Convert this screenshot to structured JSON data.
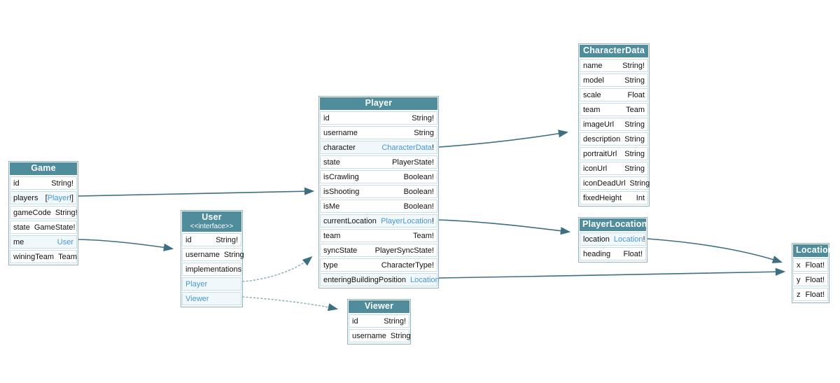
{
  "colors": {
    "header_bg": "#4f8c9c",
    "header_text": "#ffffff",
    "link_text": "#4796d2",
    "linked_row_bg": "#f1f8fb",
    "table_border": "#8fb3c0",
    "row_border": "#c9dde5",
    "solid_edge": "#3c7080",
    "dotted_edge": "#93b2ba"
  },
  "diagram": {
    "tables": [
      {
        "id": "game",
        "title": "Game",
        "subtitle": "",
        "fields": [
          {
            "name": "id",
            "type": "String!"
          },
          {
            "name": "players",
            "pre": "[",
            "link": "Player",
            "post": "!]"
          },
          {
            "name": "gameCode",
            "type": "String!"
          },
          {
            "name": "state",
            "type": "GameState!"
          },
          {
            "name": "me",
            "pre": "",
            "link": "User",
            "post": ""
          },
          {
            "name": "winingTeam",
            "type": "Team"
          }
        ]
      },
      {
        "id": "user",
        "title": "User",
        "subtitle": "<<interface>>",
        "fields": [
          {
            "name": "id",
            "type": "String!"
          },
          {
            "name": "username",
            "type": "String"
          },
          {
            "label": "implementations"
          },
          {
            "linkrow": "Player"
          },
          {
            "linkrow": "Viewer"
          }
        ]
      },
      {
        "id": "player",
        "title": "Player",
        "subtitle": "",
        "fields": [
          {
            "name": "id",
            "type": "String!"
          },
          {
            "name": "username",
            "type": "String"
          },
          {
            "name": "character",
            "pre": "",
            "link": "CharacterData",
            "post": "!"
          },
          {
            "name": "state",
            "type": "PlayerState!"
          },
          {
            "name": "isCrawling",
            "type": "Boolean!"
          },
          {
            "name": "isShooting",
            "type": "Boolean!"
          },
          {
            "name": "isMe",
            "type": "Boolean!"
          },
          {
            "name": "currentLocation",
            "pre": "",
            "link": "PlayerLocation",
            "post": "!"
          },
          {
            "name": "team",
            "type": "Team!"
          },
          {
            "name": "syncState",
            "type": "PlayerSyncState!"
          },
          {
            "name": "type",
            "type": "CharacterType!"
          },
          {
            "name": "enteringBuildingPosition",
            "pre": "",
            "link": "Location",
            "post": ""
          }
        ]
      },
      {
        "id": "characterData",
        "title": "CharacterData",
        "subtitle": "",
        "fields": [
          {
            "name": "name",
            "type": "String!"
          },
          {
            "name": "model",
            "type": "String"
          },
          {
            "name": "scale",
            "type": "Float"
          },
          {
            "name": "team",
            "type": "Team"
          },
          {
            "name": "imageUrl",
            "type": "String"
          },
          {
            "name": "description",
            "type": "String"
          },
          {
            "name": "portraitUrl",
            "type": "String"
          },
          {
            "name": "iconUrl",
            "type": "String"
          },
          {
            "name": "iconDeadUrl",
            "type": "String"
          },
          {
            "name": "fixedHeight",
            "type": "Int"
          }
        ]
      },
      {
        "id": "playerLocation",
        "title": "PlayerLocation",
        "subtitle": "",
        "fields": [
          {
            "name": "location",
            "pre": "",
            "link": "Location",
            "post": "!"
          },
          {
            "name": "heading",
            "type": "Float!"
          }
        ]
      },
      {
        "id": "location",
        "title": "Location",
        "subtitle": "",
        "fields": [
          {
            "name": "x",
            "type": "Float!"
          },
          {
            "name": "y",
            "type": "Float!"
          },
          {
            "name": "z",
            "type": "Float!"
          }
        ]
      },
      {
        "id": "viewer",
        "title": "Viewer",
        "subtitle": "",
        "fields": [
          {
            "name": "id",
            "type": "String!"
          },
          {
            "name": "username",
            "type": "String"
          }
        ]
      }
    ],
    "edges": [
      {
        "from": "Game.players",
        "to": "Player",
        "style": "solid"
      },
      {
        "from": "Game.me",
        "to": "User",
        "style": "solid"
      },
      {
        "from": "User.Player",
        "to": "Player",
        "style": "dotted"
      },
      {
        "from": "User.Viewer",
        "to": "Viewer",
        "style": "dotted"
      },
      {
        "from": "Player.character",
        "to": "CharacterData",
        "style": "solid"
      },
      {
        "from": "Player.currentLocation",
        "to": "PlayerLocation",
        "style": "solid"
      },
      {
        "from": "Player.enteringBuildingPosition",
        "to": "Location",
        "style": "solid"
      },
      {
        "from": "PlayerLocation.location",
        "to": "Location",
        "style": "solid"
      }
    ]
  }
}
